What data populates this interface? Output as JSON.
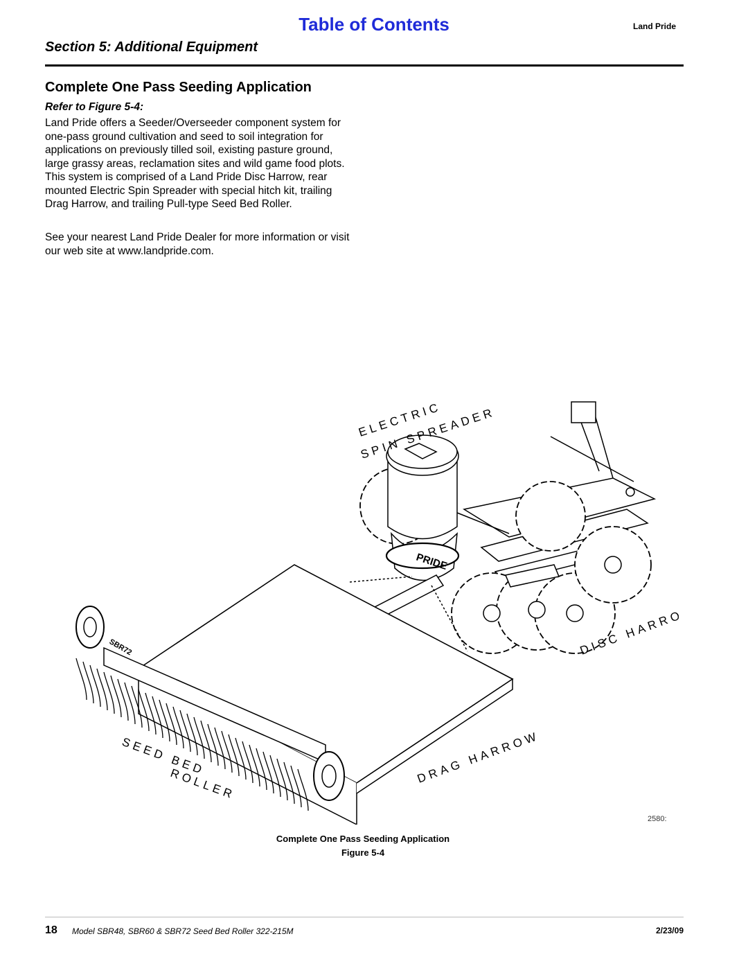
{
  "header": {
    "toc_link": "Table of Contents",
    "brand": "Land Pride",
    "section_title": "Section 5: Additional Equipment"
  },
  "content": {
    "heading": "Complete One Pass Seeding Application",
    "refer": "Refer to Figure 5-4:",
    "paragraph1": "Land Pride offers a Seeder/Overseeder component system for one-pass ground cultivation and seed to soil integration for applications on previously tilled soil, existing pasture ground, large grassy areas, reclamation sites and wild game food plots. This system is comprised of a Land Pride Disc Harrow, rear mounted Electric Spin Spreader with special hitch kit, trailing Drag Harrow, and trailing Pull-type Seed Bed Roller.",
    "paragraph2": "See your nearest Land Pride Dealer for more information or visit our web site at www.landpride.com."
  },
  "figure": {
    "labels": {
      "electric": "ELECTRIC",
      "spin_spreader": "SPIN SPREADER",
      "disc_harrow": "DISC HARROW",
      "drag_harrow": "DRAG HARROW",
      "seed_bed": "SEED BED",
      "roller": "ROLLER",
      "hopper_text": "PRIDE",
      "roller_decal": "SBR72"
    },
    "figure_id": "2580:",
    "caption_title": "Complete One Pass Seeding Application",
    "caption_number": "Figure 5-4"
  },
  "footer": {
    "page_number": "18",
    "model": "Model SBR48, SBR60 & SBR72 Seed Bed Roller   322-215M",
    "date": "2/23/09"
  }
}
